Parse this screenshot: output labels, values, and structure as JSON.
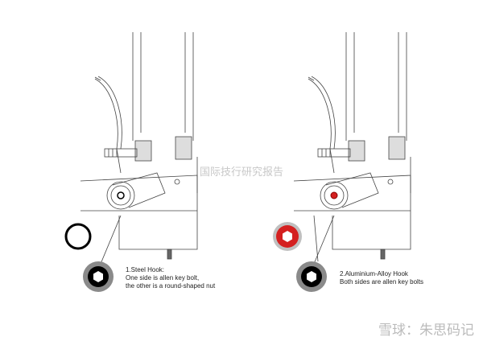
{
  "left": {
    "title": "1.Steel Hook:",
    "line1": "One side is allen key bolt,",
    "line2": "the other is a round-shaped nut"
  },
  "right": {
    "title": "2.Aluminium-Alloy Hook",
    "line1": "Both sides are allen key bolts"
  },
  "watermarks": {
    "center": "国际技行研究报告",
    "corner": "雪球：朱思码记"
  },
  "colors": {
    "red_bolt": "#d42020",
    "gray_ring": "#8a8a8a"
  }
}
